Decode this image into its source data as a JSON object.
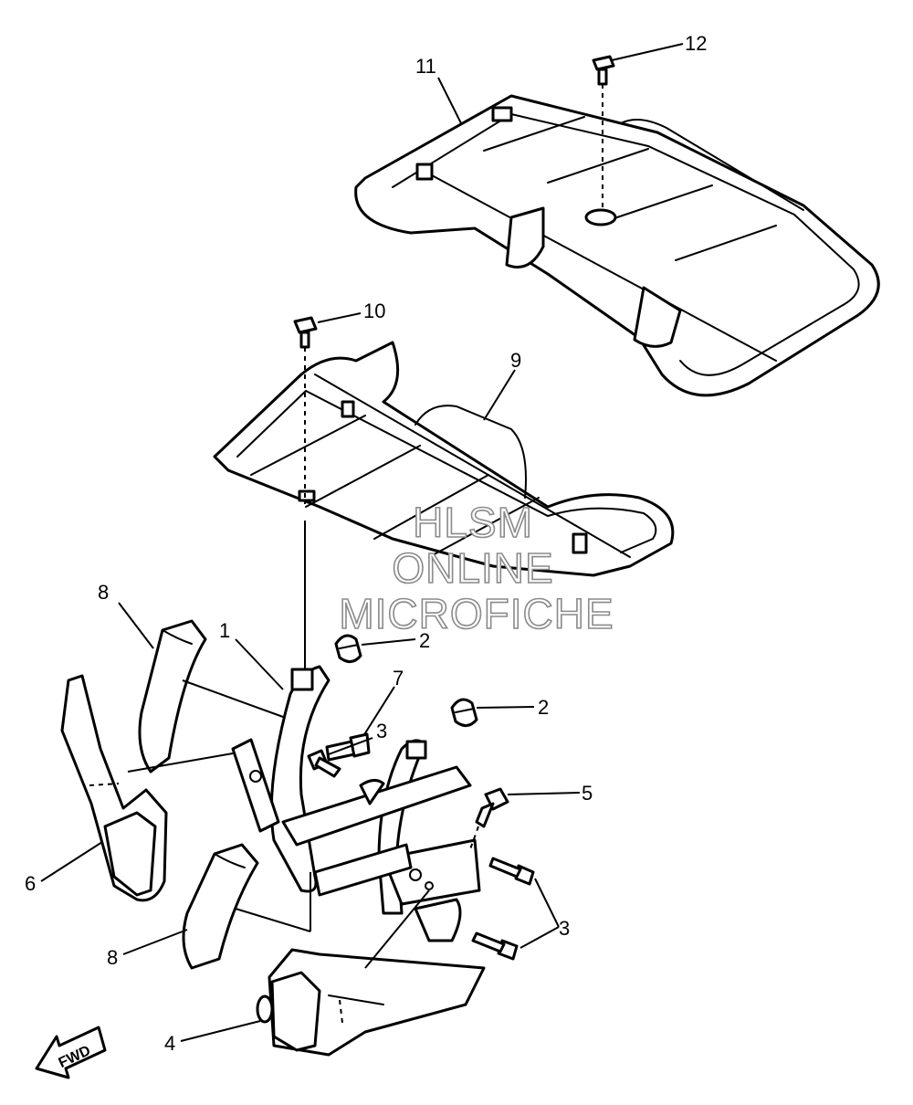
{
  "callouts": [
    "1",
    "2",
    "2",
    "3",
    "3",
    "4",
    "5",
    "6",
    "7",
    "8",
    "8",
    "9",
    "10",
    "11",
    "12"
  ],
  "watermark": [
    "HLSM",
    "ONLINE",
    "MICROFICHE"
  ],
  "fwd_label": "FWD"
}
